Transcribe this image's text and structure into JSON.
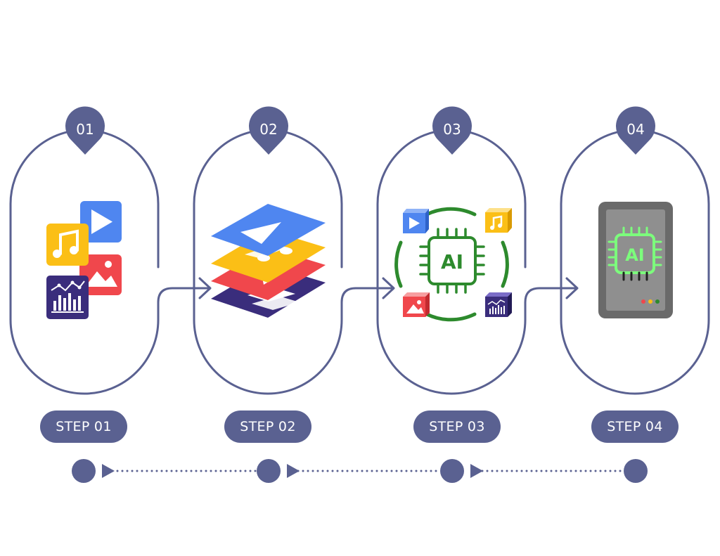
{
  "colors": {
    "primary": "#5a6191",
    "blue": "#4f86f0",
    "yellow": "#fbbf16",
    "red": "#f0474c",
    "purple": "#3a2d7c",
    "chip_green": "#2d8a2d",
    "device_gray": "#6a6a6a",
    "device_screen": "#8f8f8f",
    "glow_green": "#7cfc7c"
  },
  "steps": [
    {
      "number": "01",
      "label": "STEP 01",
      "icon": "media-files-icon"
    },
    {
      "number": "02",
      "label": "STEP 02",
      "icon": "stacked-layers-icon"
    },
    {
      "number": "03",
      "label": "STEP 03",
      "icon": "ai-chip-processing-icon"
    },
    {
      "number": "04",
      "label": "STEP 04",
      "icon": "ai-device-icon"
    }
  ],
  "ai_chip_text": "AI"
}
